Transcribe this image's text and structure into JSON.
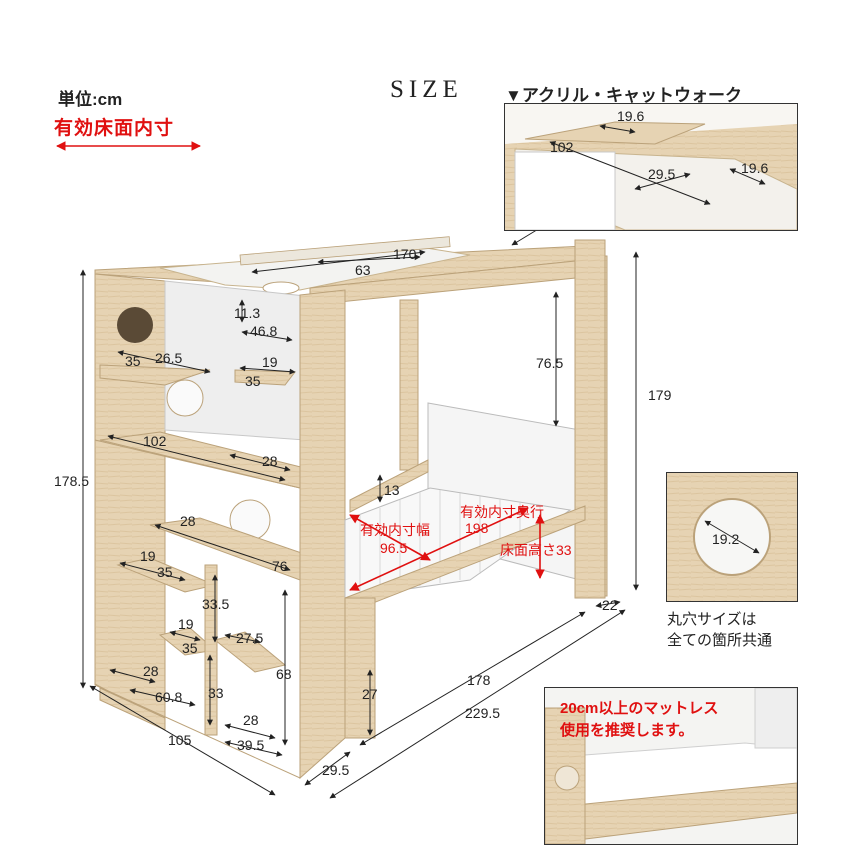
{
  "header": {
    "unit_label": "単位:cm",
    "inner_size_label": "有効床面内寸",
    "size_title": "SIZE",
    "catwalk_title": "▼アクリル・キャットウォーク"
  },
  "catwalk_inset": {
    "dims": [
      "19.6",
      "102",
      "29.5",
      "19.6"
    ]
  },
  "hole_inset": {
    "dim": "19.2",
    "note_line1": "丸穴サイズは",
    "note_line2": "全ての箇所共通"
  },
  "mattress_inset": {
    "line1": "20cm以上のマットレス",
    "line2": "使用を推奨します。"
  },
  "dimensions": {
    "top_width": "170",
    "top_slot": "63",
    "top_shelf_h": "11.3",
    "top_shelf_w": "46.8",
    "upper_left_d": "35",
    "upper_left_w": "26.5",
    "upper_right_w": "19",
    "upper_right_d": "35",
    "headroom": "76.5",
    "total_height": "179",
    "left_height": "178.5",
    "step_w": "102",
    "step_d": "28",
    "rail_h": "13",
    "inner_depth_label": "有効内寸奥行",
    "inner_depth": "198",
    "inner_width_label": "有効内寸幅",
    "inner_width": "96.5",
    "floor_height_label": "床面高さ33",
    "mid_shelf_d": "28",
    "mid_shelf_w": "76",
    "small_shelf_w": "19",
    "small_shelf_d": "35",
    "cube_upper_h": "33.5",
    "cube_small_w": "19",
    "cube_small_d": "35",
    "cube_right_w": "27.5",
    "cube_right_h": "68",
    "bottom_d": "28",
    "bottom_w": "60.8",
    "bottom_h": "33",
    "bottom_right_d": "28",
    "bottom_right_w": "39.5",
    "leg_h": "27",
    "frame_len": "178",
    "total_len": "229.5",
    "leg_offset": "22",
    "depth": "105",
    "side_offset": "29.5"
  }
}
